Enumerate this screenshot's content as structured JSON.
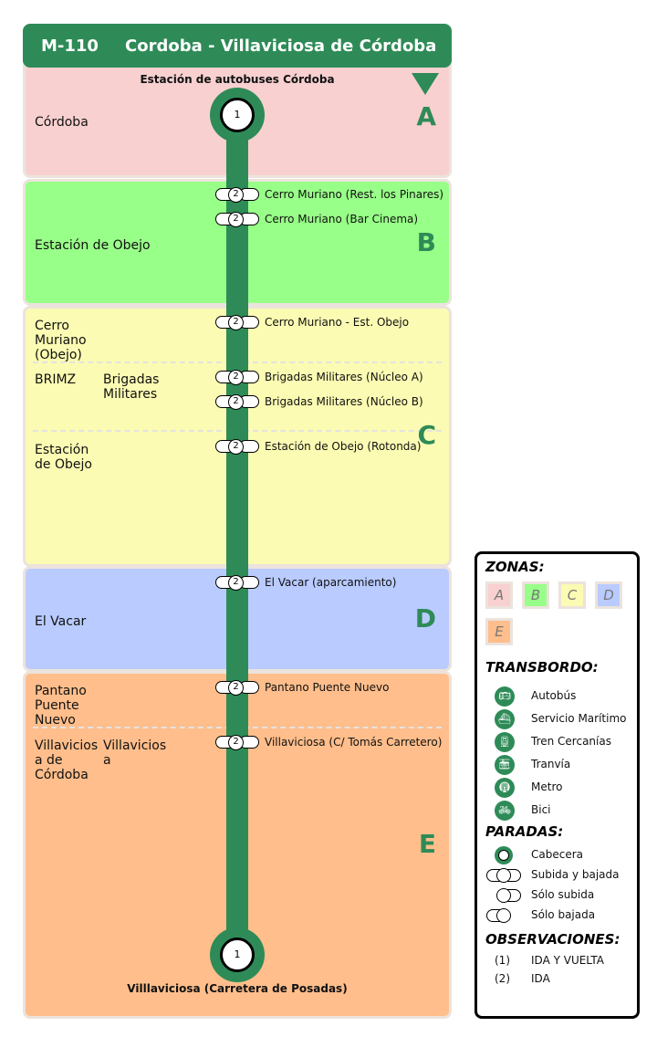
{
  "header": {
    "code": "M-110",
    "name": "Cordoba - Villaviciosa de Córdoba"
  },
  "origin_label": "Estación de autobuses Córdoba",
  "destination_label": "Villlaviciosa (Carretera de Posadas)",
  "direction_arrow_icon": "down-triangle-icon",
  "colors": {
    "accent": "#2e8b57",
    "zoneA": "#f8d0d0",
    "zoneB": "#98ff88",
    "zoneC": "#fbfbb3",
    "zoneD": "#b9cbff",
    "zoneE": "#ffbe8b"
  },
  "zones": [
    {
      "letter": "A",
      "color": "#f8d0d0",
      "labels": [
        "Córdoba"
      ]
    },
    {
      "letter": "B",
      "color": "#98ff88",
      "labels": [
        "Estación de Obejo"
      ]
    },
    {
      "letter": "C",
      "color": "#fbfbb3",
      "labels": [
        "Cerro\nMuriano\n(Obejo)",
        "BRIMZ",
        "Brigadas\nMilitares",
        "Estación\nde Obejo"
      ]
    },
    {
      "letter": "D",
      "color": "#b9cbff",
      "labels": [
        "El Vacar"
      ]
    },
    {
      "letter": "E",
      "color": "#ffbe8b",
      "labels": [
        "Pantano\nPuente\nNuevo",
        "Villavicios\na de\nCórdoba",
        "Villavicios\na"
      ]
    }
  ],
  "terminals": [
    {
      "number": "1"
    },
    {
      "number": "1"
    }
  ],
  "stops": [
    {
      "badge": "2",
      "name": "Cerro Muriano (Rest. los Pinares)"
    },
    {
      "badge": "2",
      "name": "Cerro Muriano (Bar Cinema)"
    },
    {
      "badge": "2",
      "name": "Cerro Muriano - Est. Obejo"
    },
    {
      "badge": "2",
      "name": "Brigadas Militares (Núcleo A)"
    },
    {
      "badge": "2",
      "name": "Brigadas Militares (Núcleo B)"
    },
    {
      "badge": "2",
      "name": "Estación de Obejo (Rotonda)"
    },
    {
      "badge": "2",
      "name": "El Vacar (aparcamiento)"
    },
    {
      "badge": "2",
      "name": "Pantano Puente Nuevo"
    },
    {
      "badge": "2",
      "name": "Villaviciosa (C/ Tomás Carretero)"
    }
  ],
  "legend": {
    "zonas_title": "ZONAS:",
    "zone_swatches": [
      "A",
      "B",
      "C",
      "D",
      "E"
    ],
    "transbordo_title": "TRANSBORDO:",
    "transbordo": [
      {
        "icon": "bus-icon",
        "label": "Autobús"
      },
      {
        "icon": "ship-icon",
        "label": "Servicio Marítimo"
      },
      {
        "icon": "train-icon",
        "label": "Tren Cercanías"
      },
      {
        "icon": "tram-icon",
        "label": "Tranvía"
      },
      {
        "icon": "metro-icon",
        "label": "Metro"
      },
      {
        "icon": "bike-icon",
        "label": "Bici"
      }
    ],
    "paradas_title": "PARADAS:",
    "paradas": [
      {
        "icon": "terminal-stop-icon",
        "label": "Cabecera"
      },
      {
        "icon": "board-alight-stop-icon",
        "label": "Subida y bajada"
      },
      {
        "icon": "board-only-stop-icon",
        "label": "Sólo subida"
      },
      {
        "icon": "alight-only-stop-icon",
        "label": "Sólo bajada"
      }
    ],
    "observaciones_title": "OBSERVACIONES:",
    "observaciones": [
      {
        "code": "(1)",
        "label": "IDA Y VUELTA"
      },
      {
        "code": "(2)",
        "label": "IDA"
      }
    ]
  }
}
